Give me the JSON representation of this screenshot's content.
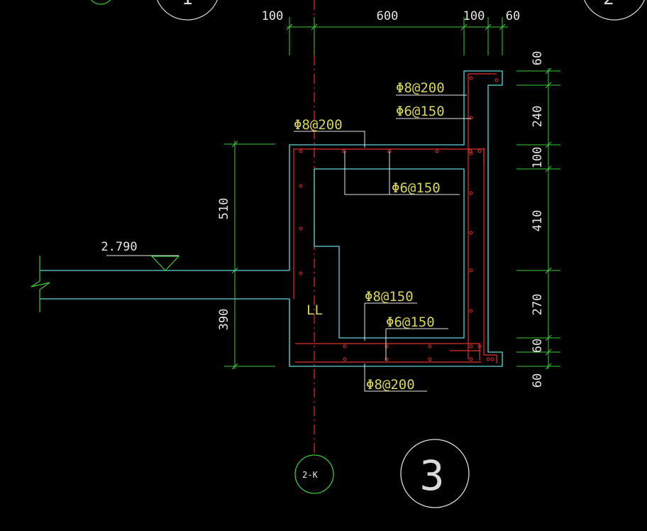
{
  "colors": {
    "background": "#000000",
    "concrete_outline": "#5fd7d7",
    "rebar": "#e03030",
    "dimension": "#3cc83c",
    "annotation": "#d6d65a",
    "text_white": "#e6e6e6",
    "axis": "#e03030"
  },
  "dimensions": {
    "top": [
      "100",
      "600",
      "100",
      "60"
    ],
    "right": [
      "60",
      "240",
      "100",
      "410",
      "270",
      "60",
      "60"
    ],
    "left": [
      "510",
      "390"
    ]
  },
  "elevation": "2.790",
  "rebar_labels": {
    "top_upturn_outer": "Φ8@200",
    "top_upturn_inner": "Φ6@150",
    "top_slab": "Φ8@200",
    "inner_top": "Φ6@150",
    "inner_bottom_1": "Φ8@150",
    "inner_bottom_2": "Φ6@150",
    "bottom_slab": "Φ8@200"
  },
  "member_label": "LL",
  "axis_markers": {
    "grid_axis": "2-K",
    "detail_number": "3",
    "top_left_partial": "1",
    "top_right_partial": "2"
  }
}
